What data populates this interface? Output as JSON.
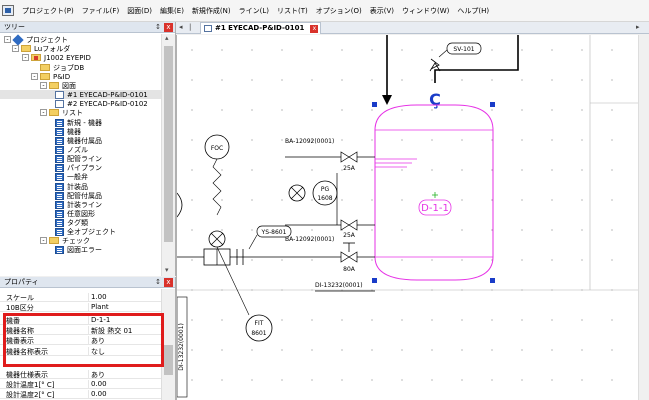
{
  "menubar": {
    "items": [
      "プロジェクト(P)",
      "ファイル(F)",
      "図面(D)",
      "編集(E)",
      "新規作成(N)",
      "ライン(L)",
      "リスト(T)",
      "オプション(O)",
      "表示(V)",
      "ウィンドウ(W)",
      "ヘルプ(H)"
    ]
  },
  "tree": {
    "title": "ツリー",
    "nodes": [
      {
        "label": "プロジェクト",
        "icon": "project-icon"
      },
      {
        "label": "Luフォルダ",
        "icon": "folder-icon"
      },
      {
        "label": "J1002 EYEPID",
        "icon": "job-icon"
      },
      {
        "label": "ジョブDB",
        "icon": "folder-icon"
      },
      {
        "label": "P&ID",
        "icon": "folder-icon"
      },
      {
        "label": "図面",
        "icon": "folder-icon"
      },
      {
        "label": "#1 EYECAD-P&ID-0101",
        "icon": "drawing-icon"
      },
      {
        "label": "#2 EYECAD-P&ID-0102",
        "icon": "drawing-icon"
      },
      {
        "label": "リスト",
        "icon": "folder-icon"
      },
      {
        "label": "新規 - 機器",
        "icon": "list-icon"
      },
      {
        "label": "機器",
        "icon": "list-icon"
      },
      {
        "label": "機器付属品",
        "icon": "list-icon"
      },
      {
        "label": "ノズル",
        "icon": "list-icon"
      },
      {
        "label": "配管ライン",
        "icon": "list-icon"
      },
      {
        "label": "パイプラン",
        "icon": "list-icon"
      },
      {
        "label": "一般弁",
        "icon": "list-icon"
      },
      {
        "label": "計装品",
        "icon": "list-icon"
      },
      {
        "label": "配管付属品",
        "icon": "list-icon"
      },
      {
        "label": "計装ライン",
        "icon": "list-icon"
      },
      {
        "label": "任意図形",
        "icon": "list-icon"
      },
      {
        "label": "タグ類",
        "icon": "list-icon"
      },
      {
        "label": "全オブジェクト",
        "icon": "list-icon"
      },
      {
        "label": "チェック",
        "icon": "folder-icon"
      },
      {
        "label": "図面エラー",
        "icon": "list-icon"
      }
    ]
  },
  "properties": {
    "title": "プロパティ",
    "rows": [
      {
        "key": "スケール",
        "value": "1.00"
      },
      {
        "key": "10B区分",
        "value": "Plant"
      },
      {
        "key": "機番",
        "value": "D-1-1"
      },
      {
        "key": "機器名称",
        "value": "新設 熱交 01"
      },
      {
        "key": "機番表示",
        "value": "あり"
      },
      {
        "key": "機器名称表示",
        "value": "なし"
      },
      {
        "key": "機器仕様表示",
        "value": "あり"
      },
      {
        "key": "設計温度1[° C]",
        "value": "0.00"
      },
      {
        "key": "設計温度2[° C]",
        "value": "0.00"
      }
    ]
  },
  "document": {
    "tab_label": "#1 EYECAD-P&ID-0101"
  },
  "drawing": {
    "tags": {
      "sv": "SV-101",
      "foc": "FOC",
      "pg_1": "PG",
      "pg_2": "1608",
      "fit_1": "FIT",
      "fit_2": "8601",
      "line_ba_1": "BA-12092(0001)",
      "line_ba_2": "BA-12092(0001)",
      "line_ys": "YS-8601",
      "line_di": "DI-13232(0001)",
      "size_1": "25A",
      "size_2": "25A",
      "size_3": "80A",
      "vessel": "D-1-1",
      "vertical_label": "DI-13232(0001)"
    }
  },
  "colors": {
    "vessel": "#e632e6",
    "accent": "#1a3cc8",
    "highlight": "#e01c1c",
    "grid_dot": "#8a8a8a",
    "center_mark": "#22b322"
  }
}
